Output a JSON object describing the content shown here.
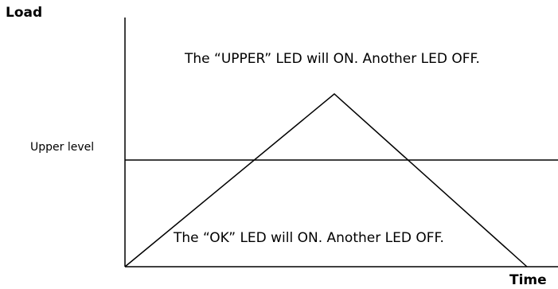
{
  "axes": {
    "y_label": "Load",
    "x_label": "Time"
  },
  "threshold": {
    "label": "Upper level"
  },
  "annotations": {
    "upper_region": "The “UPPER” LED will ON. Another LED OFF.",
    "ok_region": "The “OK” LED will ON. Another LED OFF."
  },
  "colors": {
    "line": "#000000",
    "background": "#ffffff"
  }
}
